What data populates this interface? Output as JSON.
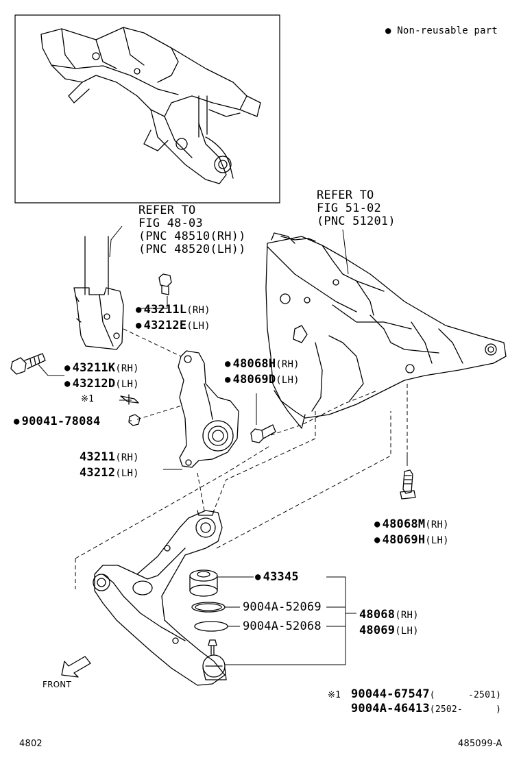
{
  "legend": {
    "text": "Non-reusable part"
  },
  "refer_1": {
    "line1": "REFER TO",
    "line2": "FIG 48-03",
    "line3": "(PNC 48510(RH))",
    "line4": "(PNC 48520(LH))"
  },
  "refer_2": {
    "line1": "REFER TO",
    "line2": "FIG 51-02",
    "line3": "(PNC 51201)"
  },
  "parts": {
    "p43211L": {
      "num": "43211L",
      "sfx": "(RH)"
    },
    "p43212E": {
      "num": "43212E",
      "sfx": "(LH)"
    },
    "p43211K": {
      "num": "43211K",
      "sfx": "(RH)"
    },
    "p43212D": {
      "num": "43212D",
      "sfx": "(LH)"
    },
    "note1_mark": "※1",
    "p90041": {
      "num": "90041-78084"
    },
    "p43211": {
      "num": "43211",
      "sfx": "(RH)"
    },
    "p43212": {
      "num": "43212",
      "sfx": "(LH)"
    },
    "p48068H": {
      "num": "48068H",
      "sfx": "(RH)"
    },
    "p48069D": {
      "num": "48069D",
      "sfx": "(LH)"
    },
    "p48068M": {
      "num": "48068M",
      "sfx": "(RH)"
    },
    "p48069H": {
      "num": "48069H",
      "sfx": "(LH)"
    },
    "p43345": {
      "num": "43345"
    },
    "p9004A52069": {
      "num": "9004A-52069"
    },
    "p9004A52068": {
      "num": "9004A-52068"
    },
    "p48068": {
      "num": "48068",
      "sfx": "(RH)"
    },
    "p48069": {
      "num": "48069",
      "sfx": "(LH)"
    }
  },
  "footnote": {
    "mark": "※1",
    "row1_num": "90044-67547",
    "row1_range": "(      -2501)",
    "row2_num": "9004A-46413",
    "row2_range": "(2502-      )"
  },
  "front_label": "FRONT",
  "page_id_left": "4802",
  "page_id_right": "485099-A"
}
